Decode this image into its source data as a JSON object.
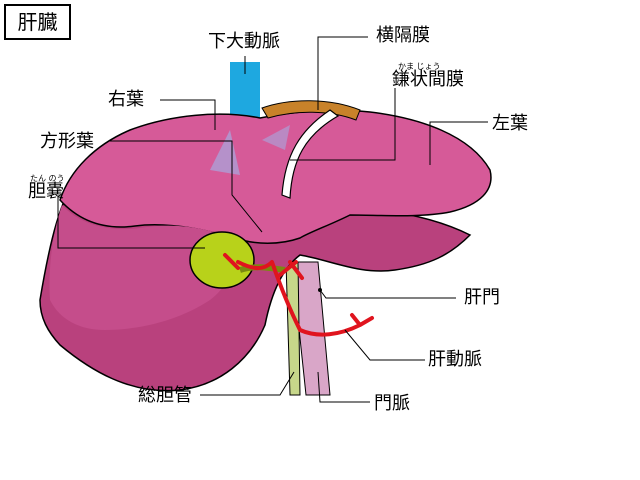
{
  "title": "肝臓",
  "labels": {
    "inferior_vena_cava": "下大動脈",
    "diaphragm": "横隔膜",
    "falciform_ligament": "鎌状間膜",
    "falciform_ligament_ruby": "かま じょう",
    "right_lobe": "右葉",
    "left_lobe": "左葉",
    "quadrate_lobe": "方形葉",
    "gallbladder": "胆嚢",
    "gallbladder_ruby": "たん のう",
    "porta_hepatis": "肝門",
    "hepatic_artery": "肝動脈",
    "common_bile_duct": "総胆管",
    "portal_vein": "門脈"
  },
  "colors": {
    "liver_light": "#d65a98",
    "liver_dark": "#b9417d",
    "vena_cava": "#1ea8e0",
    "diaphragm": "#c8822a",
    "gallbladder": "#b8d21a",
    "artery": "#e0141e",
    "portal_vein": "#d9a6c8",
    "leader_line": "#000000"
  }
}
